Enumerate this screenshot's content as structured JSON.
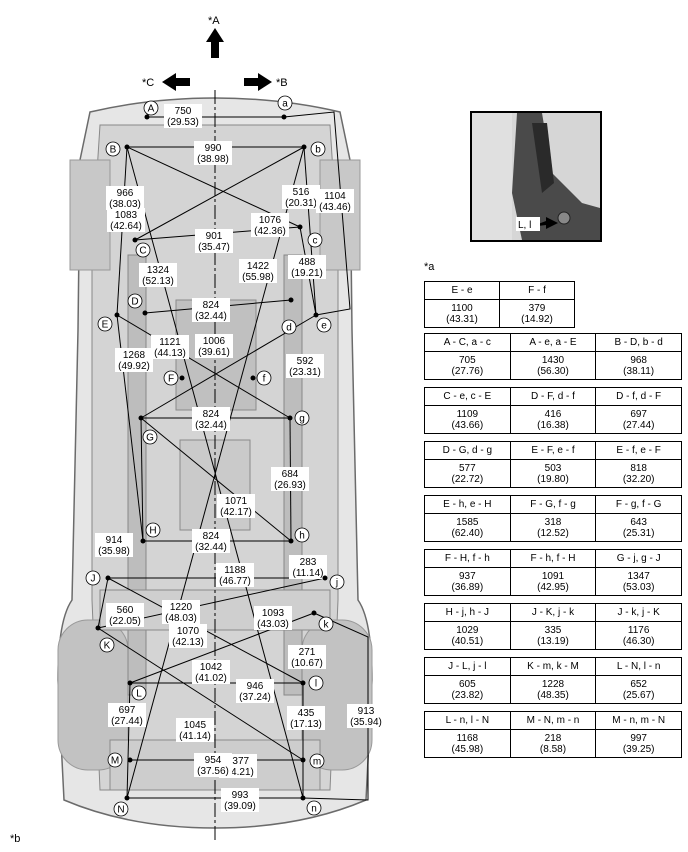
{
  "labels": {
    "star_a": "*A",
    "star_b": "*B",
    "star_c": "*C",
    "note_a": "*a",
    "note_b": "*b",
    "inset_callout": "L, l"
  },
  "points": [
    "A",
    "a",
    "B",
    "b",
    "C",
    "c",
    "D",
    "d",
    "E",
    "e",
    "F",
    "f",
    "G",
    "g",
    "H",
    "h",
    "J",
    "j",
    "K",
    "k",
    "L",
    "l",
    "M",
    "m",
    "N",
    "n"
  ],
  "dimensions": [
    {
      "mm": "750",
      "in": "(29.53)"
    },
    {
      "mm": "990",
      "in": "(38.98)"
    },
    {
      "mm": "1083",
      "in": "(42.64)"
    },
    {
      "mm": "966",
      "in": "(38.03)"
    },
    {
      "mm": "1076",
      "in": "(42.36)"
    },
    {
      "mm": "516",
      "in": "(20.31)"
    },
    {
      "mm": "1104",
      "in": "(43.46)"
    },
    {
      "mm": "901",
      "in": "(35.47)"
    },
    {
      "mm": "1324",
      "in": "(52.13)"
    },
    {
      "mm": "1422",
      "in": "(55.98)"
    },
    {
      "mm": "488",
      "in": "(19.21)"
    },
    {
      "mm": "824",
      "in": "(32.44)"
    },
    {
      "mm": "1121",
      "in": "(44.13)"
    },
    {
      "mm": "1006",
      "in": "(39.61)"
    },
    {
      "mm": "1268",
      "in": "(49.92)"
    },
    {
      "mm": "592",
      "in": "(23.31)"
    },
    {
      "mm": "824",
      "in": "(32.44)"
    },
    {
      "mm": "684",
      "in": "(26.93)"
    },
    {
      "mm": "1071",
      "in": "(42.17)"
    },
    {
      "mm": "914",
      "in": "(35.98)"
    },
    {
      "mm": "824",
      "in": "(32.44)"
    },
    {
      "mm": "283",
      "in": "(11.14)"
    },
    {
      "mm": "1188",
      "in": "(46.77)"
    },
    {
      "mm": "1220",
      "in": "(48.03)"
    },
    {
      "mm": "1093",
      "in": "(43.03)"
    },
    {
      "mm": "560",
      "in": "(22.05)"
    },
    {
      "mm": "1070",
      "in": "(42.13)"
    },
    {
      "mm": "271",
      "in": "(10.67)"
    },
    {
      "mm": "1042",
      "in": "(41.02)"
    },
    {
      "mm": "946",
      "in": "(37.24)"
    },
    {
      "mm": "697",
      "in": "(27.44)"
    },
    {
      "mm": "1045",
      "in": "(41.14)"
    },
    {
      "mm": "435",
      "in": "(17.13)"
    },
    {
      "mm": "913",
      "in": "(35.94)"
    },
    {
      "mm": "1377",
      "in": "(54.21)"
    },
    {
      "mm": "954",
      "in": "(37.56)"
    },
    {
      "mm": "993",
      "in": "(39.09)"
    }
  ],
  "tables": [
    {
      "h": [
        "E - e",
        "F - f"
      ],
      "v": [
        [
          "1100",
          "(43.31)"
        ],
        [
          "379",
          "(14.92)"
        ]
      ]
    },
    {
      "h": [
        "A - C, a - c",
        "A - e, a - E",
        "B - D, b - d"
      ],
      "v": [
        [
          "705",
          "(27.76)"
        ],
        [
          "1430",
          "(56.30)"
        ],
        [
          "968",
          "(38.11)"
        ]
      ]
    },
    {
      "h": [
        "C - e, c - E",
        "D - F, d - f",
        "D - f, d - F"
      ],
      "v": [
        [
          "1109",
          "(43.66)"
        ],
        [
          "416",
          "(16.38)"
        ],
        [
          "697",
          "(27.44)"
        ]
      ]
    },
    {
      "h": [
        "D - G, d - g",
        "E - F, e - f",
        "E - f, e - F"
      ],
      "v": [
        [
          "577",
          "(22.72)"
        ],
        [
          "503",
          "(19.80)"
        ],
        [
          "818",
          "(32.20)"
        ]
      ]
    },
    {
      "h": [
        "E - h, e - H",
        "F - G, f - g",
        "F - g, f - G"
      ],
      "v": [
        [
          "1585",
          "(62.40)"
        ],
        [
          "318",
          "(12.52)"
        ],
        [
          "643",
          "(25.31)"
        ]
      ]
    },
    {
      "h": [
        "F - H, f - h",
        "F - h, f - H",
        "G - j, g - J"
      ],
      "v": [
        [
          "937",
          "(36.89)"
        ],
        [
          "1091",
          "(42.95)"
        ],
        [
          "1347",
          "(53.03)"
        ]
      ]
    },
    {
      "h": [
        "H - j, h - J",
        "J - K, j - k",
        "J - k, j - K"
      ],
      "v": [
        [
          "1029",
          "(40.51)"
        ],
        [
          "335",
          "(13.19)"
        ],
        [
          "1176",
          "(46.30)"
        ]
      ]
    },
    {
      "h": [
        "J - L, j - l",
        "K - m, k - M",
        "L - N, l - n"
      ],
      "v": [
        [
          "605",
          "(23.82)"
        ],
        [
          "1228",
          "(48.35)"
        ],
        [
          "652",
          "(25.67)"
        ]
      ]
    },
    {
      "h": [
        "L - n, l - N",
        "M - N, m - n",
        "M - n, m - N"
      ],
      "v": [
        [
          "1168",
          "(45.98)"
        ],
        [
          "218",
          "(8.58)"
        ],
        [
          "997",
          "(39.25)"
        ]
      ]
    }
  ]
}
